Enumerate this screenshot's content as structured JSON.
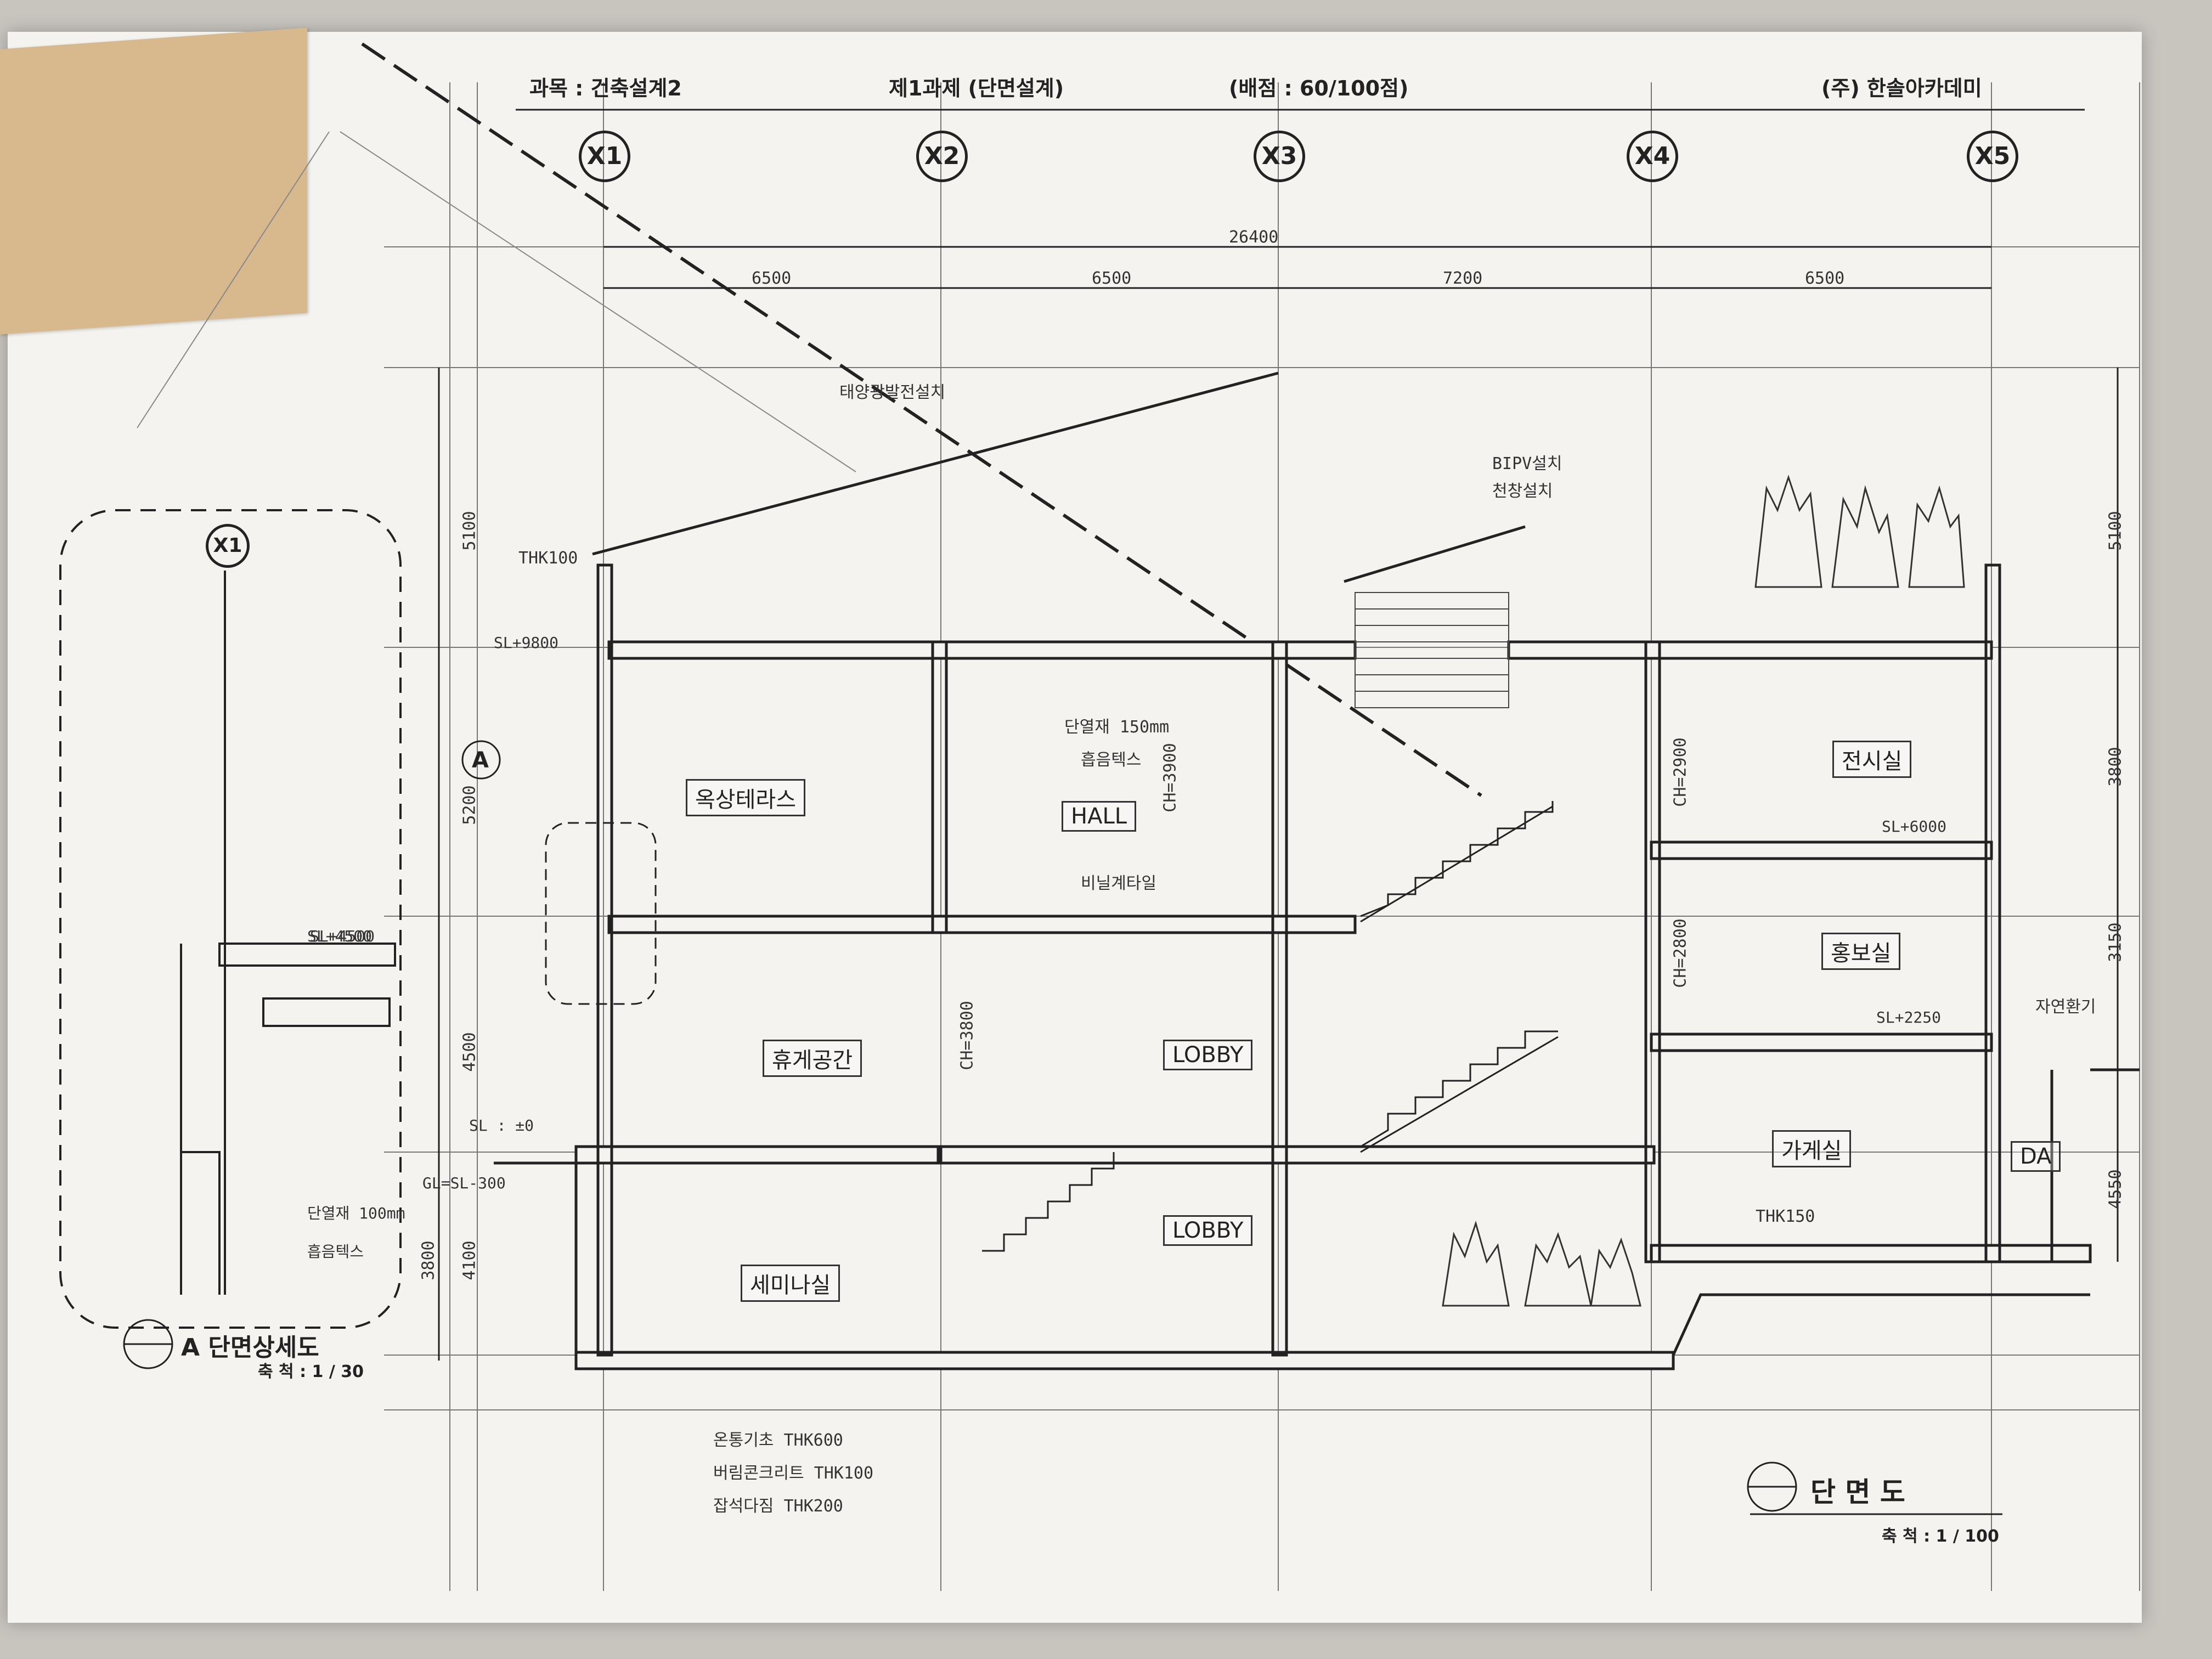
{
  "header": {
    "subject": "과목 : 건축설계2",
    "assignment": "제1과제 (단면설계)",
    "score": "(배점 : 60/100점)",
    "academy": "(주) 한솔아카데미"
  },
  "grid_bubbles": [
    "X1",
    "X2",
    "X3",
    "X4",
    "X5"
  ],
  "dimensions": {
    "total": "26400",
    "spans": [
      "6500",
      "6500",
      "7200",
      "6500"
    ],
    "left_vertical": [
      "5100",
      "5200",
      "4500",
      "4100",
      "3800"
    ],
    "right_vertical": [
      "5100",
      "3800",
      "3150",
      "4550"
    ]
  },
  "levels": {
    "sl_zero": "SL : ±0",
    "gl": "GL=SL-300",
    "sl_4500": "SL+4500",
    "sl_6000": "SL+6000",
    "sl_2250": "SL+2250",
    "sl_9800": "SL+9800"
  },
  "rooms": {
    "rooftop_garden": "옥상테라스",
    "hall": "HALL",
    "rest_area": "휴게공간",
    "lobby_upper": "LOBBY",
    "lobby_lower": "LOBBY",
    "seminar": "세미나실",
    "exhibition": "전시실",
    "promotion": "홍보실",
    "store": "가게실",
    "da": "DA"
  },
  "annotations": {
    "roof_pv": "태양광발전설치",
    "bipv": "BIPV설치",
    "skylight": "천창설치",
    "ceiling": "CH=3900",
    "ceiling_2": "CH=2900",
    "ceiling_3": "CH=3800",
    "ceiling_4": "CH=2800",
    "finish_1": "흡음텍스",
    "finish_2": "비닐계타일",
    "insulation": "단열재 150mm",
    "foundation_1": "온통기초 THK600",
    "foundation_2": "버림콘크리트 THK100",
    "foundation_3": "잡석다짐 THK200",
    "thk100": "THK100",
    "thk150": "THK150",
    "ventilation": "자연환기"
  },
  "detail": {
    "title": "A 단면상세도",
    "scale": "축 척 : 1 / 30",
    "marker": "A",
    "grid": "X1",
    "sl": "SL+4500",
    "note_1": "단열재 100mm",
    "note_2": "흡음텍스"
  },
  "main_title": {
    "title": "단  면  도",
    "scale": "축 척 : 1 / 100"
  }
}
